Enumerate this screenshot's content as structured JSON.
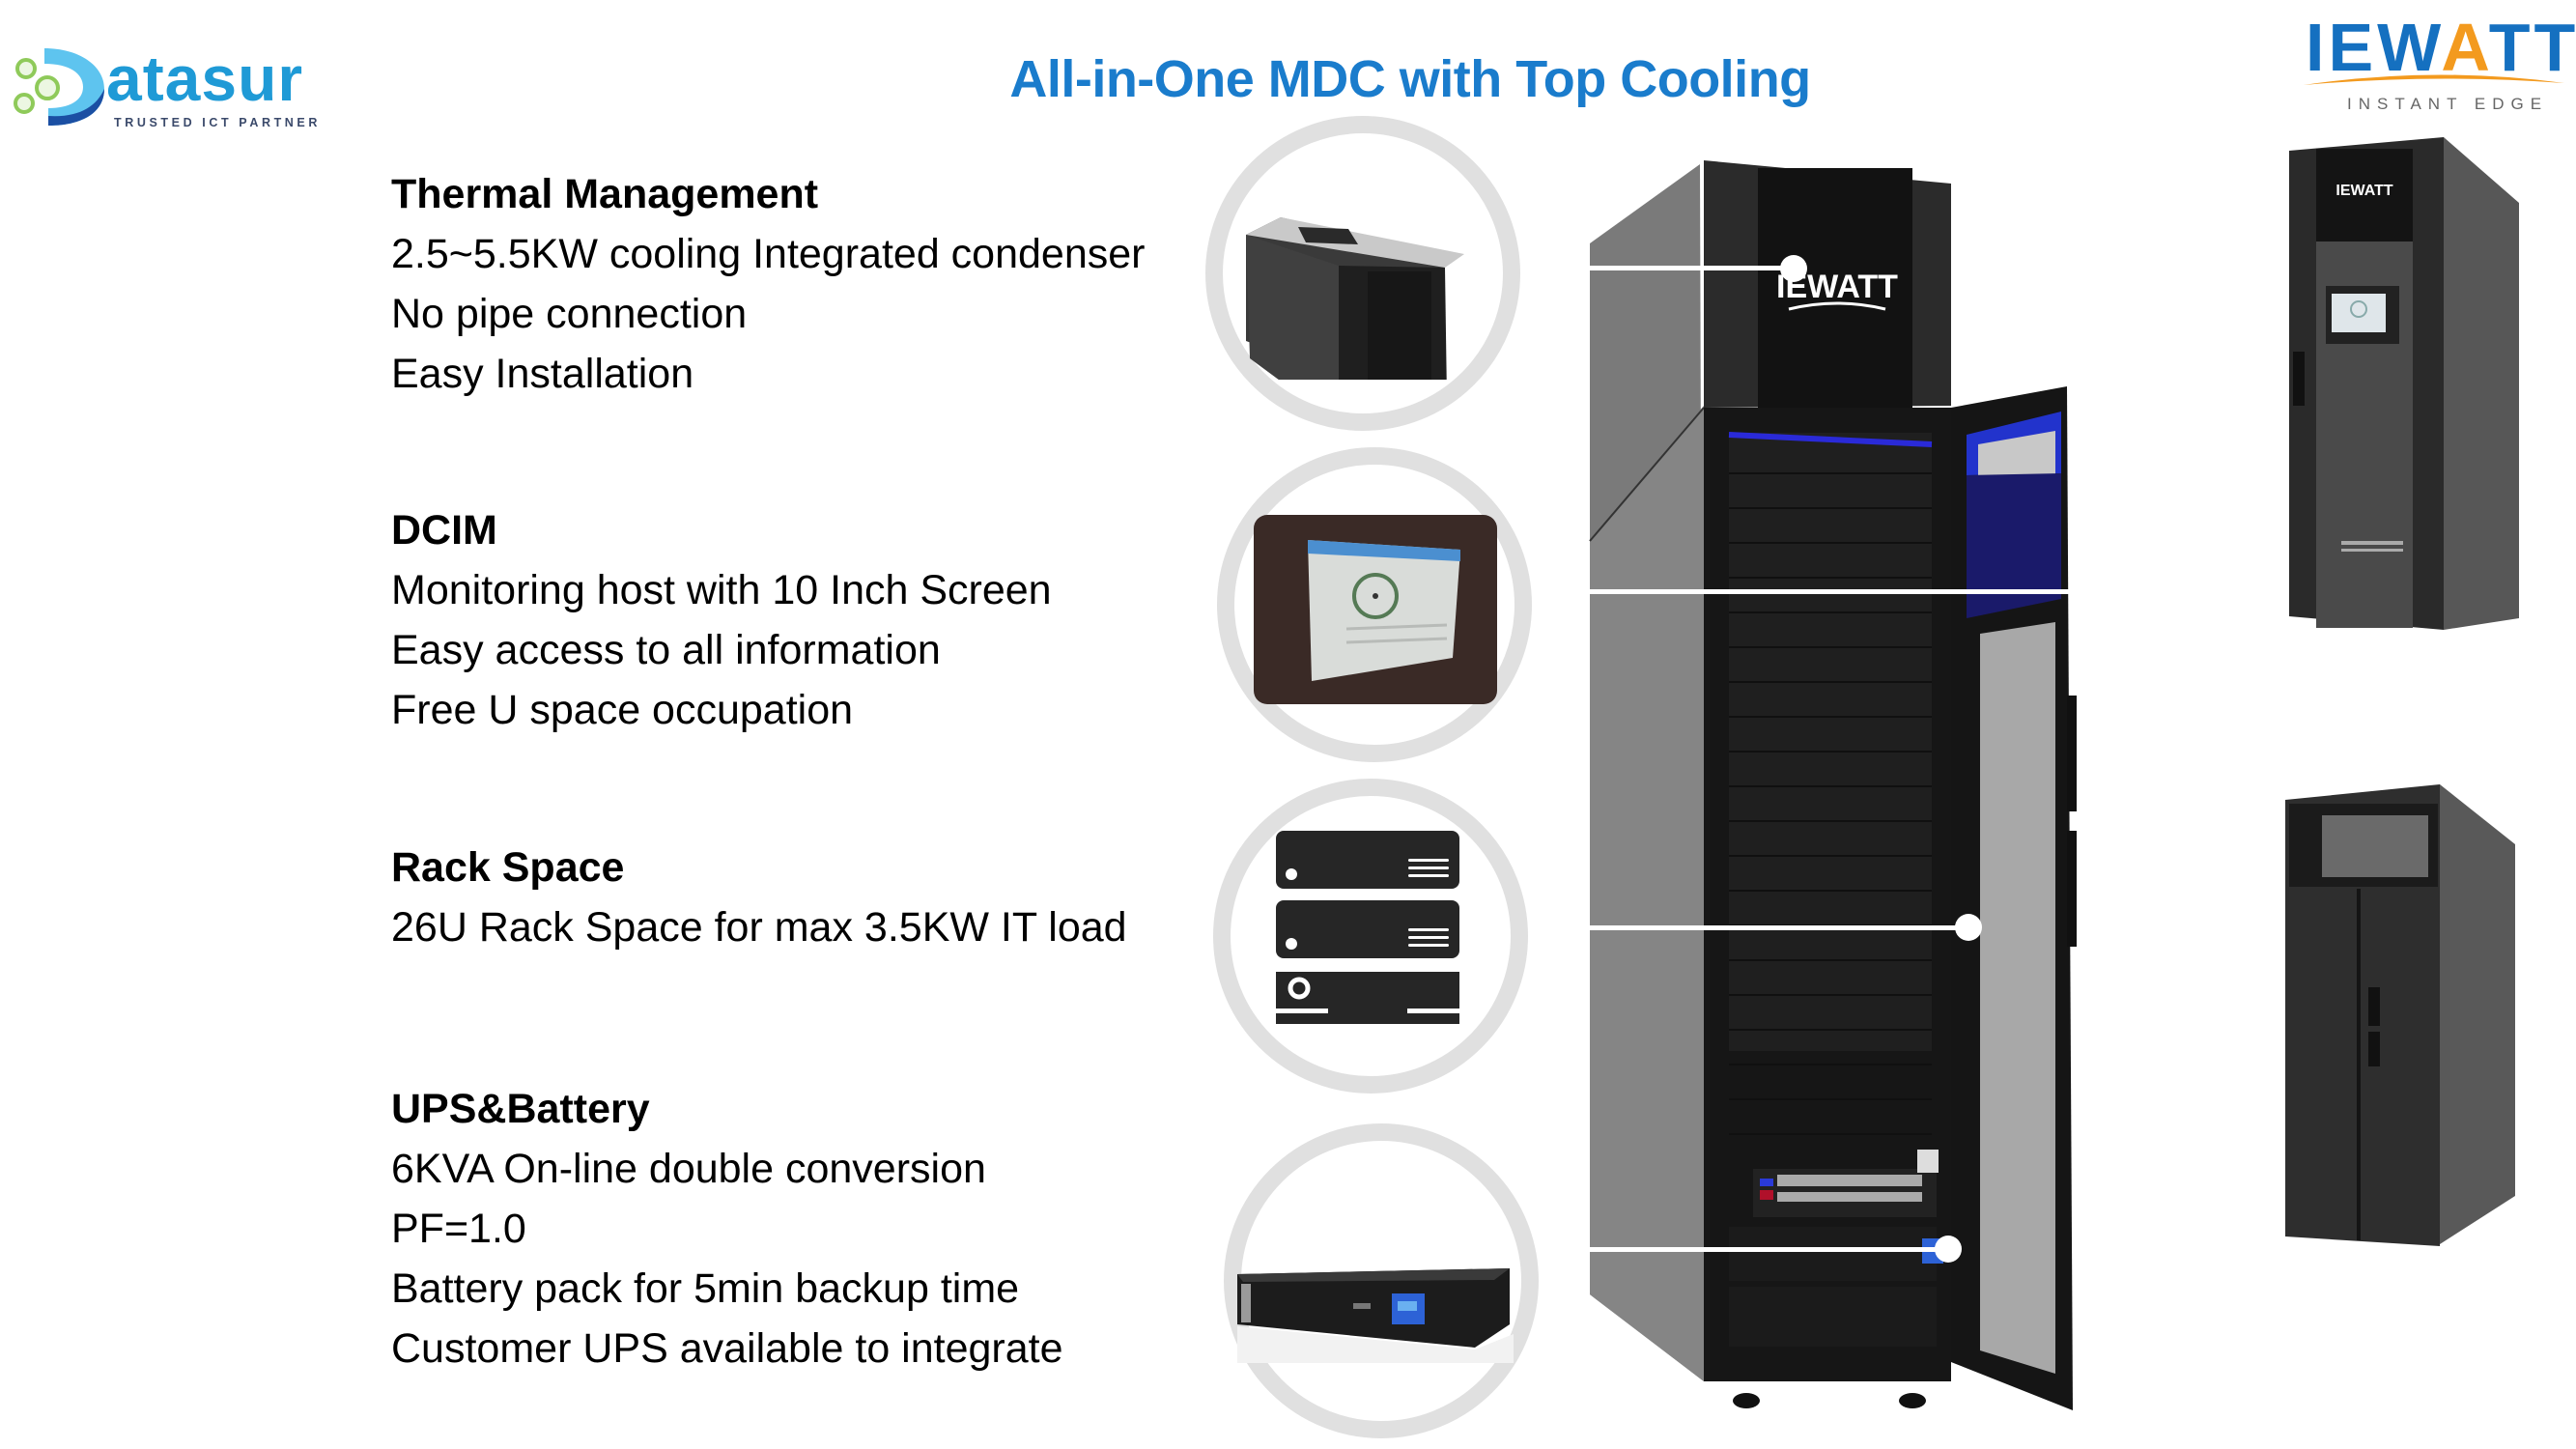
{
  "logos": {
    "left": {
      "name": "Datasur",
      "word": "atasur",
      "tagline": "TRUSTED ICT PARTNER"
    },
    "right": {
      "name": "IEWATT",
      "word_pre": "IEW",
      "word_a": "A",
      "word_post": "TT",
      "tagline": "INSTANT EDGE"
    }
  },
  "title": "All-in-One MDC with Top Cooling",
  "colors": {
    "title": "#1a7ccc",
    "ring": "#e0e0e0",
    "cabinet": "#262626",
    "brand_blue": "#1570c0",
    "brand_orange": "#f39a1e"
  },
  "features": [
    {
      "heading": "Thermal Management",
      "lines": [
        "2.5~5.5KW cooling Integrated condenser",
        "No pipe connection",
        "Easy Installation"
      ],
      "icon": "condenser-icon"
    },
    {
      "heading": "DCIM",
      "lines": [
        "Monitoring host with 10 Inch Screen",
        "Easy access to all information",
        "Free U space occupation"
      ],
      "icon": "touchscreen-icon"
    },
    {
      "heading": "Rack Space",
      "lines": [
        "26U Rack Space for max 3.5KW IT load"
      ],
      "icon": "server-rack-icon"
    },
    {
      "heading": "UPS&Battery",
      "lines": [
        "6KVA On-line double conversion",
        "PF=1.0",
        "Battery pack for 5min backup time",
        "Customer UPS available to integrate"
      ],
      "icon": "ups-icon"
    }
  ],
  "product": {
    "cabinet_logo": "IEWATT"
  }
}
